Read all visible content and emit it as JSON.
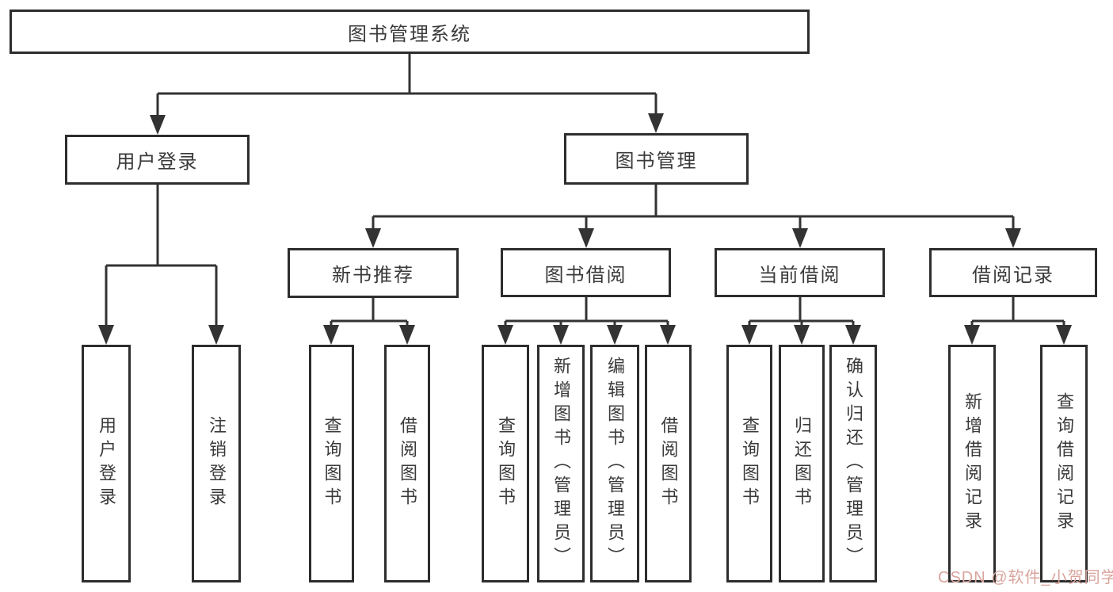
{
  "nodes": {
    "root": "图书管理系统",
    "level1": {
      "user_login": "用户登录",
      "book_mgmt": "图书管理"
    },
    "level2": {
      "new_books": "新书推荐",
      "book_borrow": "图书借阅",
      "current_borrow": "当前借阅",
      "borrow_records": "借阅记录"
    },
    "leaves": {
      "user": [
        "用户登录",
        "注销登录"
      ],
      "recommend": [
        "查询图书",
        "借阅图书"
      ],
      "borrow": [
        "查询图书",
        "新增图书（管理员）",
        "编辑图书（管理员）",
        "借阅图书"
      ],
      "current": [
        "查询图书",
        "归还图书",
        "确认归还（管理员）"
      ],
      "records": [
        "新增借阅记录",
        "查询借阅记录"
      ]
    }
  },
  "watermark": "CSDN @软件_小贺同学",
  "colors": {
    "line": "#333333",
    "border": "#2d2d2d",
    "text": "#3a3a3a",
    "watermark": "#d9a59e",
    "background": "#ffffff"
  }
}
